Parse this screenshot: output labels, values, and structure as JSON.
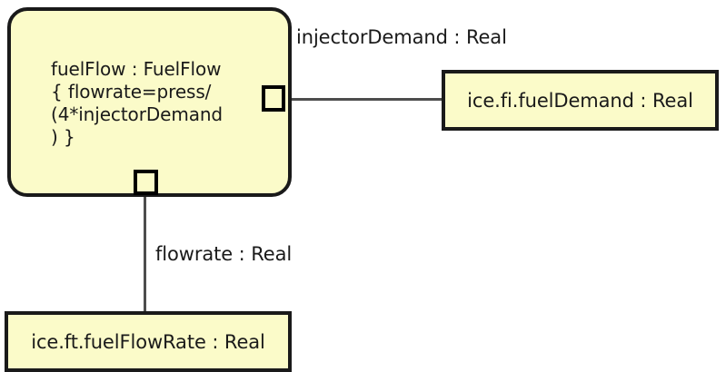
{
  "diagram": {
    "type": "sysml-internal-block-diagram",
    "colors": {
      "block_fill": "#fbfbc9",
      "block_border": "#1a1a1a",
      "connector": "#4d4d4d",
      "text": "#1a1a1a",
      "background": "#ffffff"
    },
    "blocks": [
      {
        "id": "fuel-flow-block",
        "shape": "rounded-rectangle",
        "name": "fuelFlow : FuelFlow",
        "constraint_lines": [
          "{ flowrate=press/",
          "(4*injectorDemand",
          ") }"
        ],
        "text": "fuelFlow : FuelFlow\n{ flowrate=press/\n(4*injectorDemand\n) }"
      },
      {
        "id": "fuel-demand-block",
        "shape": "rectangle",
        "label": "ice.fi.fuelDemand : Real"
      },
      {
        "id": "fuel-flow-rate-block",
        "shape": "rectangle",
        "label": "ice.ft.fuelFlowRate : Real"
      }
    ],
    "ports": [
      {
        "id": "injector-demand-port",
        "side": "right"
      },
      {
        "id": "flowrate-port",
        "side": "bottom"
      }
    ],
    "connectors": [
      {
        "id": "injector-demand-connector",
        "label": "injectorDemand : Real",
        "from": "injector-demand-port",
        "to": "fuel-demand-block",
        "orientation": "horizontal"
      },
      {
        "id": "flowrate-connector",
        "label": "flowrate : Real",
        "from": "flowrate-port",
        "to": "fuel-flow-rate-block",
        "orientation": "vertical"
      }
    ]
  }
}
